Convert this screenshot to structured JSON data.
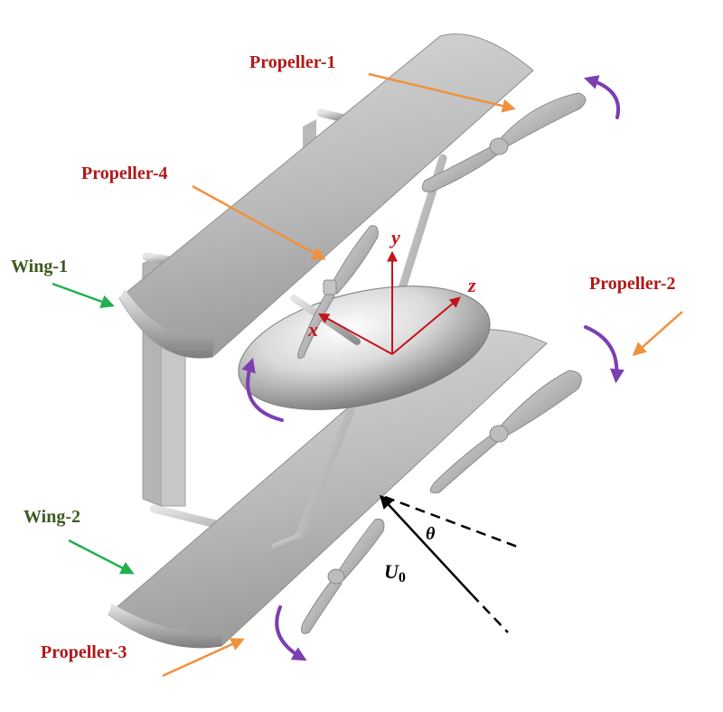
{
  "labels": {
    "propeller_1": "Propeller-1",
    "propeller_2": "Propeller-2",
    "propeller_3": "Propeller-3",
    "propeller_4": "Propeller-4",
    "wing_1": "Wing-1",
    "wing_2": "Wing-2"
  },
  "axes": {
    "x": "x",
    "y": "y",
    "z": "z"
  },
  "flow": {
    "velocity": "U",
    "velocity_subscript": "0",
    "angle": "θ"
  },
  "colors": {
    "propeller_label": "#b01818",
    "wing_label": "#3d5a1e",
    "label_arrow_orange": "#f0913c",
    "label_arrow_green": "#1fb04f",
    "rotation_arrow": "#7b3fb0",
    "axis": "#c4141b",
    "flow_arrow": "#000000"
  }
}
